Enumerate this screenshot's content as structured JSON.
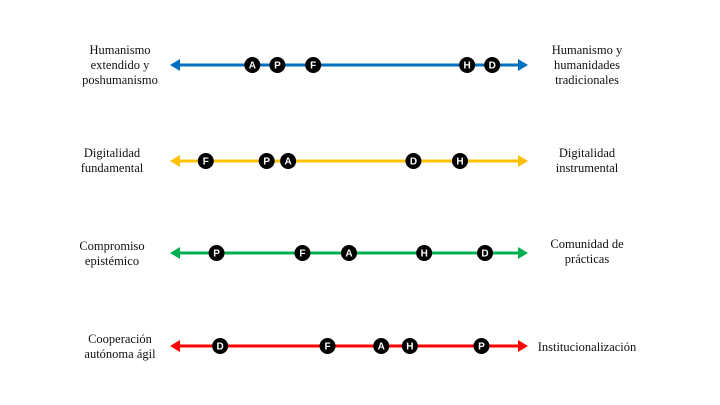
{
  "diagram": {
    "rows": [
      {
        "left_label": "Humanismo\nextendido y\nposhumanismo",
        "right_label": "Humanismo y\nhumanidades\ntradicionales",
        "color": "#0070C0",
        "markers": [
          {
            "letter": "A",
            "value": 0.23
          },
          {
            "letter": "P",
            "value": 0.3
          },
          {
            "letter": "F",
            "value": 0.4
          },
          {
            "letter": "H",
            "value": 0.83
          },
          {
            "letter": "D",
            "value": 0.9
          }
        ]
      },
      {
        "left_label": "Digitalidad\nfundamental",
        "right_label": "Digitalidad\ninstrumental",
        "color": "#FFC000",
        "markers": [
          {
            "letter": "F",
            "value": 0.1
          },
          {
            "letter": "P",
            "value": 0.27
          },
          {
            "letter": "A",
            "value": 0.33
          },
          {
            "letter": "D",
            "value": 0.68
          },
          {
            "letter": "H",
            "value": 0.81
          }
        ]
      },
      {
        "left_label": "Compromiso\nepistémico",
        "right_label": "Comunidad de\nprácticas",
        "color": "#00B050",
        "markers": [
          {
            "letter": "P",
            "value": 0.13
          },
          {
            "letter": "F",
            "value": 0.37
          },
          {
            "letter": "A",
            "value": 0.5
          },
          {
            "letter": "H",
            "value": 0.71
          },
          {
            "letter": "D",
            "value": 0.88
          }
        ]
      },
      {
        "left_label": "Cooperación\nautónoma ágil",
        "right_label": "Institucionalización",
        "color": "#FF0000",
        "markers": [
          {
            "letter": "D",
            "value": 0.14
          },
          {
            "letter": "F",
            "value": 0.44
          },
          {
            "letter": "A",
            "value": 0.59
          },
          {
            "letter": "H",
            "value": 0.67
          },
          {
            "letter": "P",
            "value": 0.87
          }
        ]
      }
    ]
  }
}
